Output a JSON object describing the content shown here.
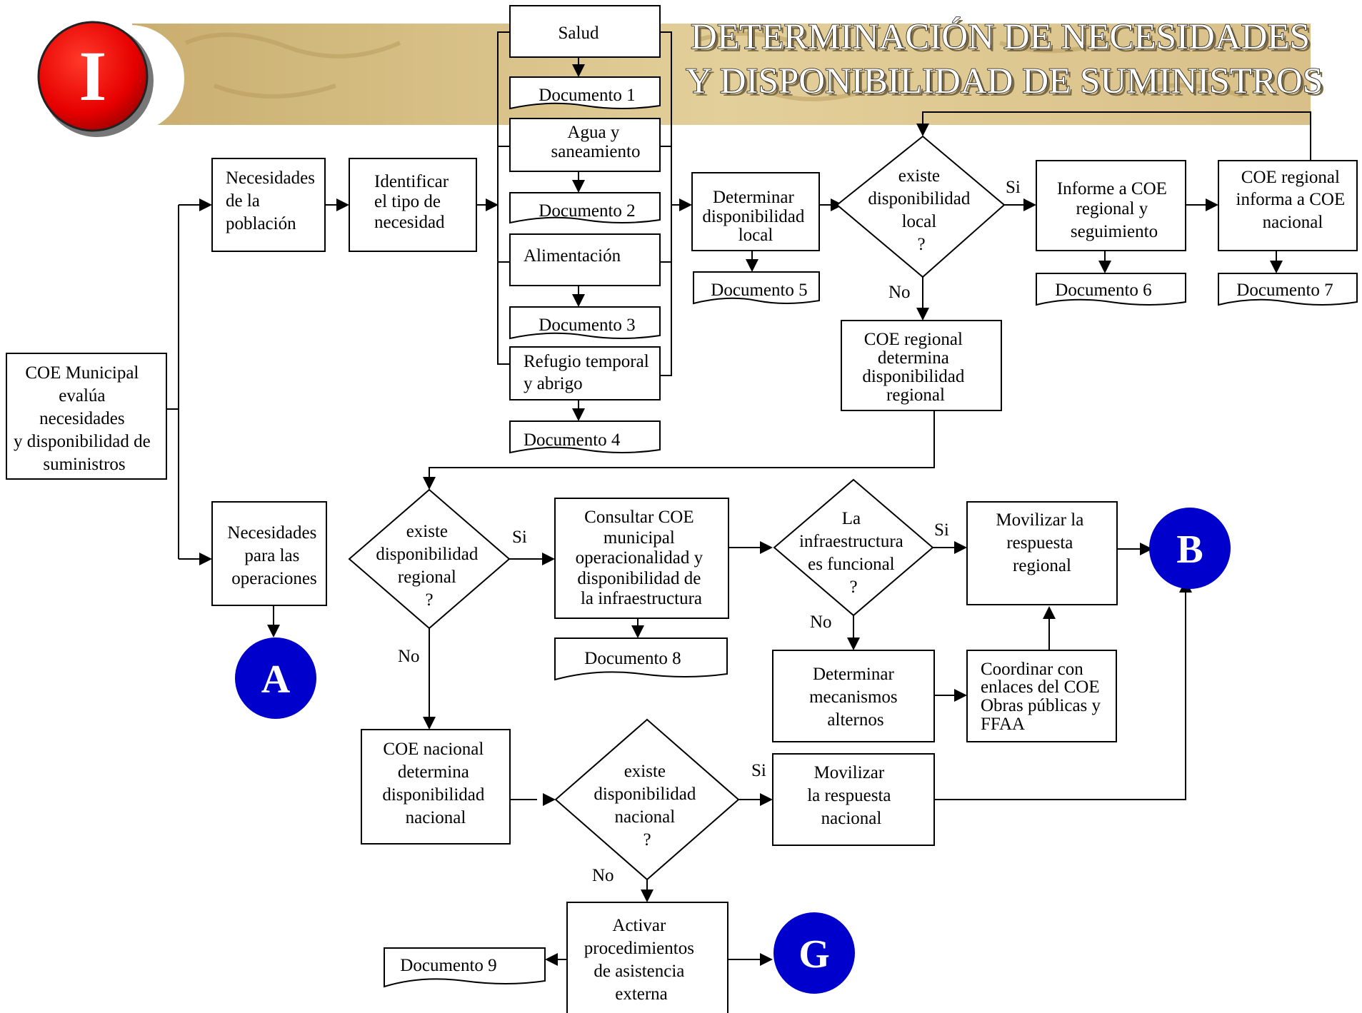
{
  "title": {
    "line1": "DETERMINACIÓN DE NECESIDADES",
    "line2": "Y DISPONIBILIDAD DE SUMINISTROS"
  },
  "badge": {
    "label": "I",
    "color": "#e60000"
  },
  "colors": {
    "banner": "#ddc690",
    "connector": "#0000cc"
  },
  "nodes": {
    "coe_municipal": [
      "COE Municipal",
      "evalúa",
      "necesidades",
      "y disponibilidad de",
      "suministros"
    ],
    "necesidades_poblacion": [
      "Necesidades",
      "de la",
      "población"
    ],
    "identificar_tipo": [
      "Identificar",
      "el tipo de",
      "necesidad"
    ],
    "necesidades_operaciones": [
      "Necesidades",
      "para las",
      "operaciones"
    ],
    "salud": [
      "Salud"
    ],
    "agua": [
      "Agua y",
      "saneamiento"
    ],
    "alimentacion": [
      "Alimentación"
    ],
    "refugio": [
      "Refugio temporal",
      "y abrigo"
    ],
    "determinar_disp": [
      "Determinar",
      "disponibilidad",
      "local"
    ],
    "existe_local": [
      "existe",
      "disponibilidad",
      "local",
      "?"
    ],
    "informe_coe": [
      "Informe a COE",
      "regional y",
      "seguimiento"
    ],
    "coe_regional_informa": [
      "COE regional",
      "informa a COE",
      "nacional"
    ],
    "coe_regional_det": [
      "COE regional",
      "determina",
      "disponibilidad",
      "regional"
    ],
    "existe_regional": [
      "existe",
      "disponibilidad",
      "regional",
      "?"
    ],
    "consultar_coe": [
      "Consultar COE",
      "municipal",
      "operacionalidad y",
      "disponibilidad de",
      "la infraestructura"
    ],
    "infra_funcional": [
      "La",
      "infraestructura",
      "es funcional",
      "?"
    ],
    "movilizar_regional": [
      "Movilizar la",
      "respuesta",
      "regional"
    ],
    "determinar_mecanismos": [
      "Determinar",
      "mecanismos",
      "alternos"
    ],
    "coordinar": [
      "Coordinar con",
      "enlaces  del COE",
      "Obras públicas y",
      "FFAA"
    ],
    "coe_nacional_det": [
      "COE nacional",
      "determina",
      "disponibilidad",
      "nacional"
    ],
    "existe_nacional": [
      "existe",
      "disponibilidad",
      "nacional",
      "?"
    ],
    "movilizar_nacional": [
      "Movilizar",
      "la respuesta",
      "nacional"
    ],
    "activar": [
      "Activar",
      "procedimientos",
      "de asistencia",
      "externa"
    ]
  },
  "documents": {
    "doc1": "Documento 1",
    "doc2": "Documento 2",
    "doc3": "Documento 3",
    "doc4": "Documento 4",
    "doc5": "Documento 5",
    "doc6": "Documento 6",
    "doc7": "Documento 7",
    "doc8": "Documento 8",
    "doc9": "Documento 9"
  },
  "connectors": {
    "a": "A",
    "b": "B",
    "g": "G"
  },
  "edge_labels": {
    "si": "Si",
    "no": "No"
  }
}
